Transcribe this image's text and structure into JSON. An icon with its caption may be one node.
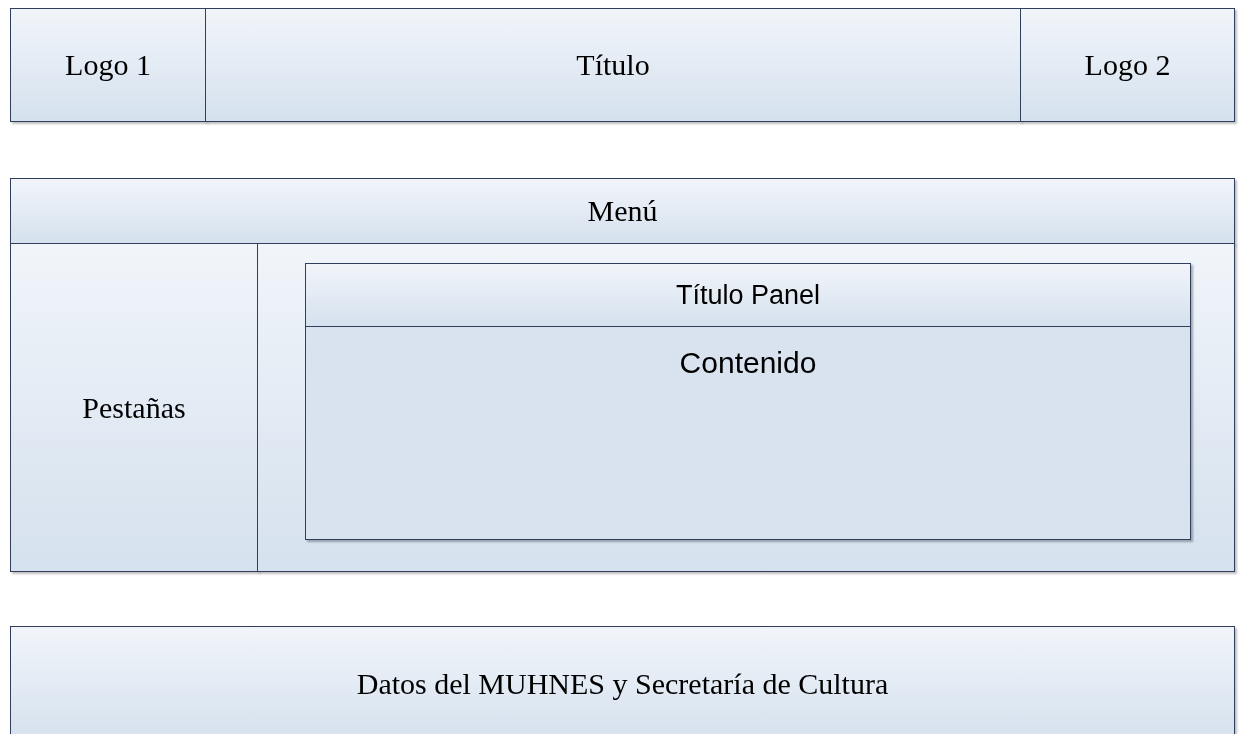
{
  "diagram": {
    "nodes": [
      {
        "text": [
          "Logo 1"
        ]
      },
      {
        "text": [
          "Título"
        ]
      },
      {
        "text": [
          "Logo 2"
        ]
      },
      {
        "text": [
          "Menú"
        ]
      },
      {
        "text": [
          "Pestañas"
        ]
      },
      {
        "text": [],
        "shape": "box"
      },
      {
        "text": [
          "Título Panel",
          "Contenido"
        ],
        "in": 5
      },
      {
        "text": [
          "Datos del MUHNES y Secretaría de Cultura"
        ]
      }
    ]
  }
}
